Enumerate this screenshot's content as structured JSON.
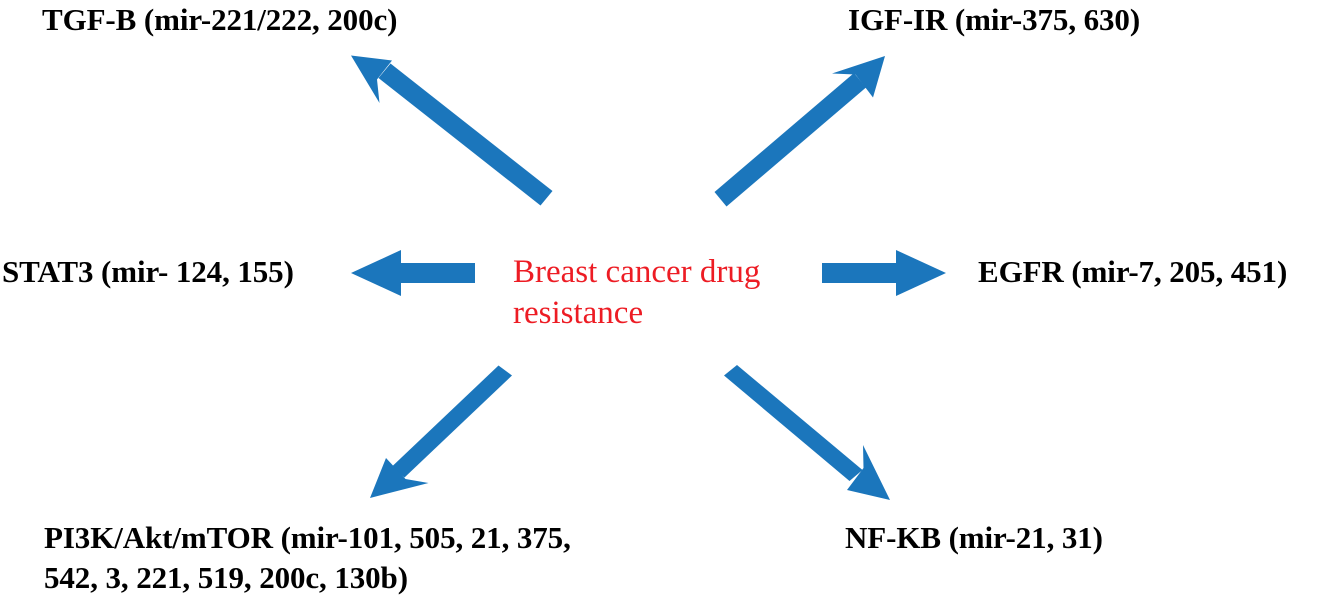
{
  "diagram": {
    "type": "radial-relationship",
    "title": "Breast cancer drug resistance",
    "center": {
      "text": "Breast cancer drug\nresistance",
      "color": "#ED1C24"
    },
    "arrow_color": "#1B76BC",
    "label_color": "#000000",
    "background": "#FFFFFF",
    "nodes": [
      {
        "id": "tgfb",
        "label": "TGF-B (mir-221/222, 200c)",
        "position": "top-left",
        "gene": "TGF-B",
        "mirnas": [
          "mir-221/222",
          "200c"
        ]
      },
      {
        "id": "igfir",
        "label": "IGF-IR (mir-375, 630)",
        "position": "top-right",
        "gene": "IGF-IR",
        "mirnas": [
          "mir-375",
          "630"
        ]
      },
      {
        "id": "stat3",
        "label": "STAT3 (mir- 124, 155)",
        "position": "left",
        "gene": "STAT3",
        "mirnas": [
          "mir- 124",
          "155"
        ]
      },
      {
        "id": "egfr",
        "label": "EGFR (mir-7, 205, 451)",
        "position": "right",
        "gene": "EGFR",
        "mirnas": [
          "mir-7",
          "205",
          "451"
        ]
      },
      {
        "id": "pi3k",
        "label": "PI3K/Akt/mTOR (mir-101, 505, 21, 375,\n542, 3, 221, 519, 200c, 130b)",
        "position": "bottom-left",
        "gene": "PI3K/Akt/mTOR",
        "mirnas": [
          "mir-101",
          "505",
          "21",
          "375",
          "542",
          "3",
          "221",
          "519",
          "200c",
          "130b"
        ]
      },
      {
        "id": "nfkb",
        "label": "NF-KB (mir-21, 31)",
        "position": "bottom-right",
        "gene": "NF-KB",
        "mirnas": [
          "mir-21",
          "31"
        ]
      }
    ],
    "arrows": [
      {
        "id": "arrow-to-tgfb",
        "from": "center",
        "to": "tgfb",
        "direction": "up-left"
      },
      {
        "id": "arrow-to-igfir",
        "from": "center",
        "to": "igfir",
        "direction": "up-right"
      },
      {
        "id": "arrow-to-stat3",
        "from": "center",
        "to": "stat3",
        "direction": "left"
      },
      {
        "id": "arrow-to-egfr",
        "from": "center",
        "to": "egfr",
        "direction": "right"
      },
      {
        "id": "arrow-to-pi3k",
        "from": "center",
        "to": "pi3k",
        "direction": "down-left"
      },
      {
        "id": "arrow-to-nfkb",
        "from": "center",
        "to": "nfkb",
        "direction": "down-right"
      }
    ]
  }
}
